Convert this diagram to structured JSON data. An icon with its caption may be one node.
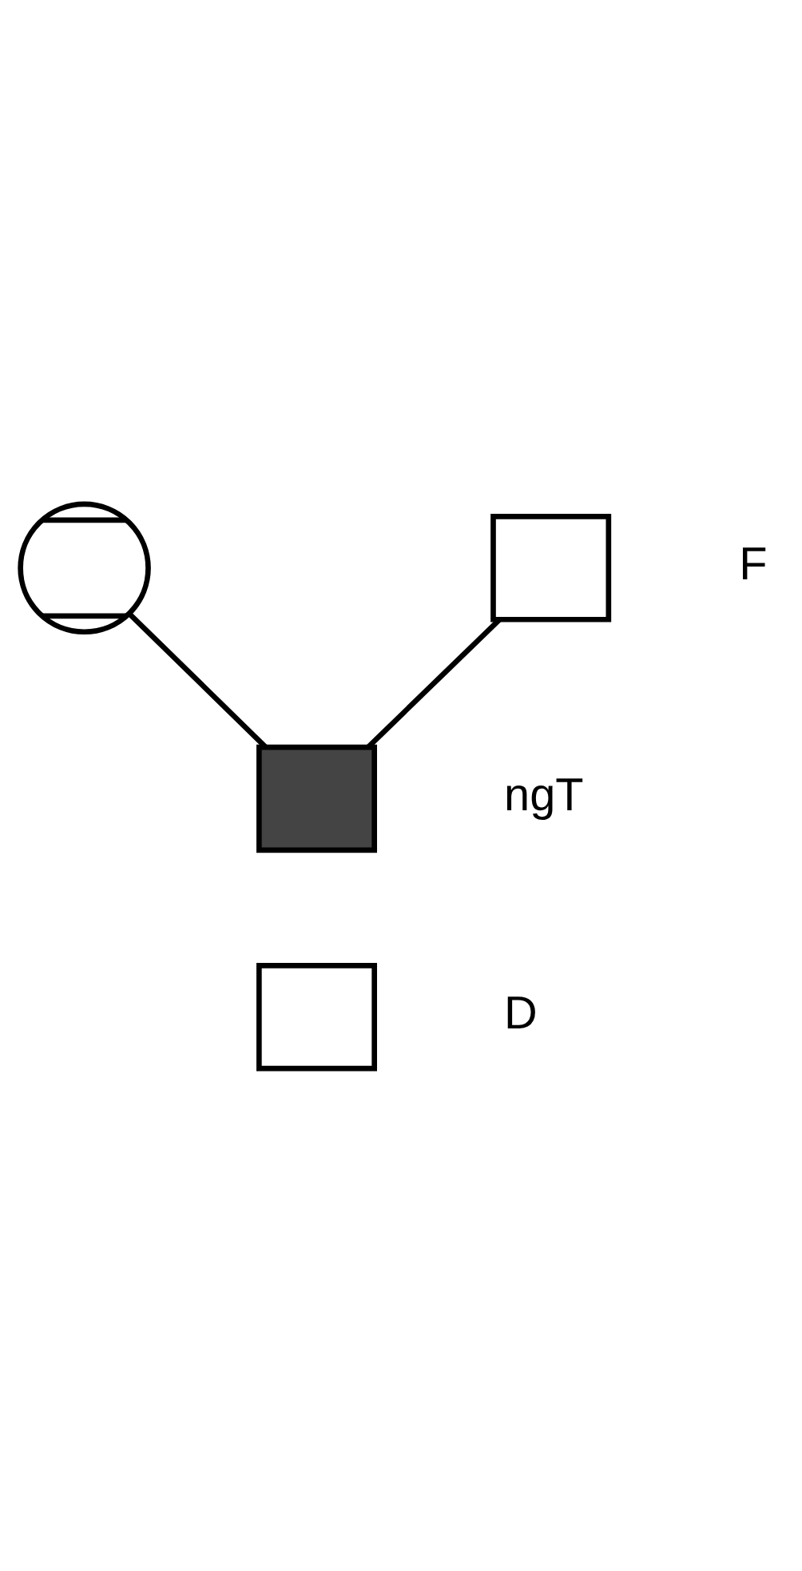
{
  "diagram": {
    "nodes": [
      {
        "text": [],
        "shape": "circle"
      },
      {
        "text": [],
        "shape": "box",
        "beside": [
          "F"
        ]
      },
      {
        "text": [],
        "shape": "box",
        "beside": [
          "ngT"
        ]
      },
      {
        "text": [],
        "shape": "box",
        "beside": [
          "D"
        ]
      }
    ],
    "edges": [
      {
        "from": 0,
        "to": 2,
        "arrow": "none"
      },
      {
        "from": 1,
        "to": 2,
        "arrow": "none"
      }
    ]
  }
}
